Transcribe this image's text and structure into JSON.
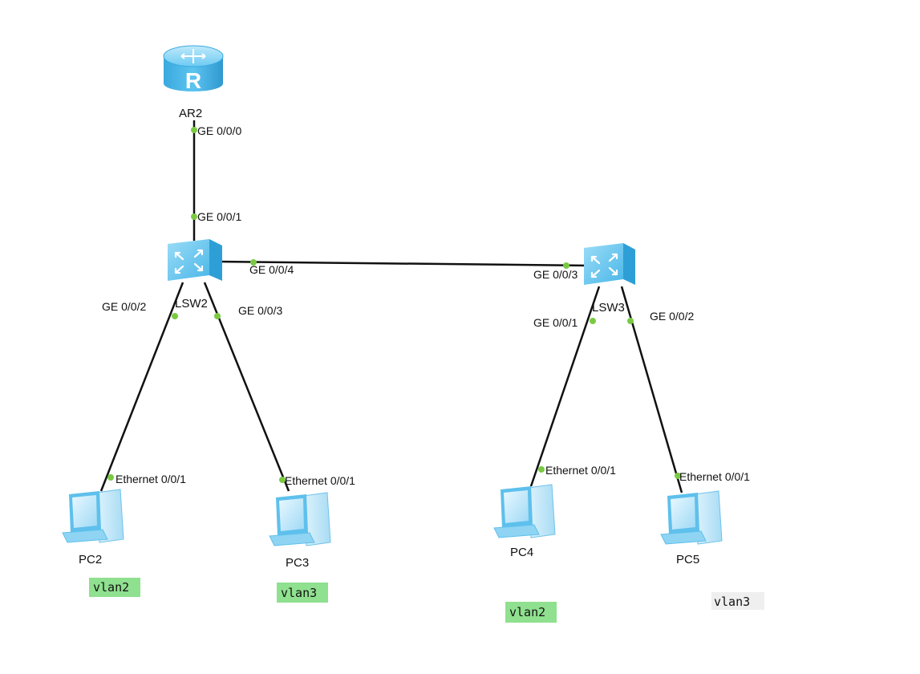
{
  "devices": {
    "router": {
      "name": "AR2",
      "icon": "router-icon",
      "color": "#45b8ee"
    },
    "switch_a": {
      "name": "LSW2",
      "icon": "switch-icon",
      "color": "#45b8ee"
    },
    "switch_b": {
      "name": "LSW3",
      "icon": "switch-icon",
      "color": "#45b8ee"
    },
    "pc2": {
      "name": "PC2",
      "icon": "pc-icon"
    },
    "pc3": {
      "name": "PC3",
      "icon": "pc-icon"
    },
    "pc4": {
      "name": "PC4",
      "icon": "pc-icon"
    },
    "pc5": {
      "name": "PC5",
      "icon": "pc-icon"
    }
  },
  "links": {
    "ar2_lsw2": {
      "a": "GE 0/0/0",
      "b": "GE 0/0/1"
    },
    "lsw2_lsw3": {
      "a": "GE 0/0/4",
      "b": "GE 0/0/3"
    },
    "lsw2_pc2": {
      "a": "GE 0/0/2",
      "b": "Ethernet 0/0/1"
    },
    "lsw2_pc3": {
      "a": "GE 0/0/3",
      "b": "Ethernet 0/0/1"
    },
    "lsw3_pc4": {
      "a": "GE 0/0/1",
      "b": "Ethernet 0/0/1"
    },
    "lsw3_pc5": {
      "a": "GE 0/0/2",
      "b": "Ethernet 0/0/1"
    }
  },
  "vlan_notes": {
    "pc2": {
      "text": "vlan2",
      "bg": "#8fe08f"
    },
    "pc3": {
      "text": "vlan3",
      "bg": "#8fe08f"
    },
    "pc4": {
      "text": "vlan2",
      "bg": "#8fe08f"
    },
    "pc5": {
      "text": "vlan3",
      "bg": "#efefef"
    }
  },
  "colors": {
    "link": "#111111",
    "port_dot": "#7ac943"
  }
}
